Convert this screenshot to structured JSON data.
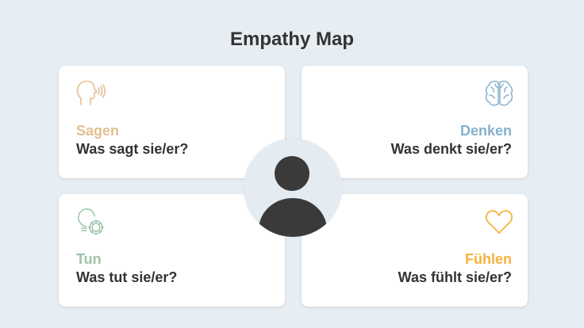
{
  "title": "Empathy Map",
  "quadrants": [
    {
      "label": "Sagen",
      "question": "Was sagt sie/er?",
      "icon": "speaking-head-icon",
      "color": "#e2bf92"
    },
    {
      "label": "Denken",
      "question": "Was denkt sie/er?",
      "icon": "brain-icon",
      "color": "#86b1ca"
    },
    {
      "label": "Tun",
      "question": "Was tut sie/er?",
      "icon": "lightbulb-gear-icon",
      "color": "#9cc4a7"
    },
    {
      "label": "Fühlen",
      "question": "Was fühlt sie/er?",
      "icon": "heart-icon",
      "color": "#f7b23b"
    }
  ],
  "center": {
    "icon": "person-icon",
    "color": "#3a3a3a"
  }
}
